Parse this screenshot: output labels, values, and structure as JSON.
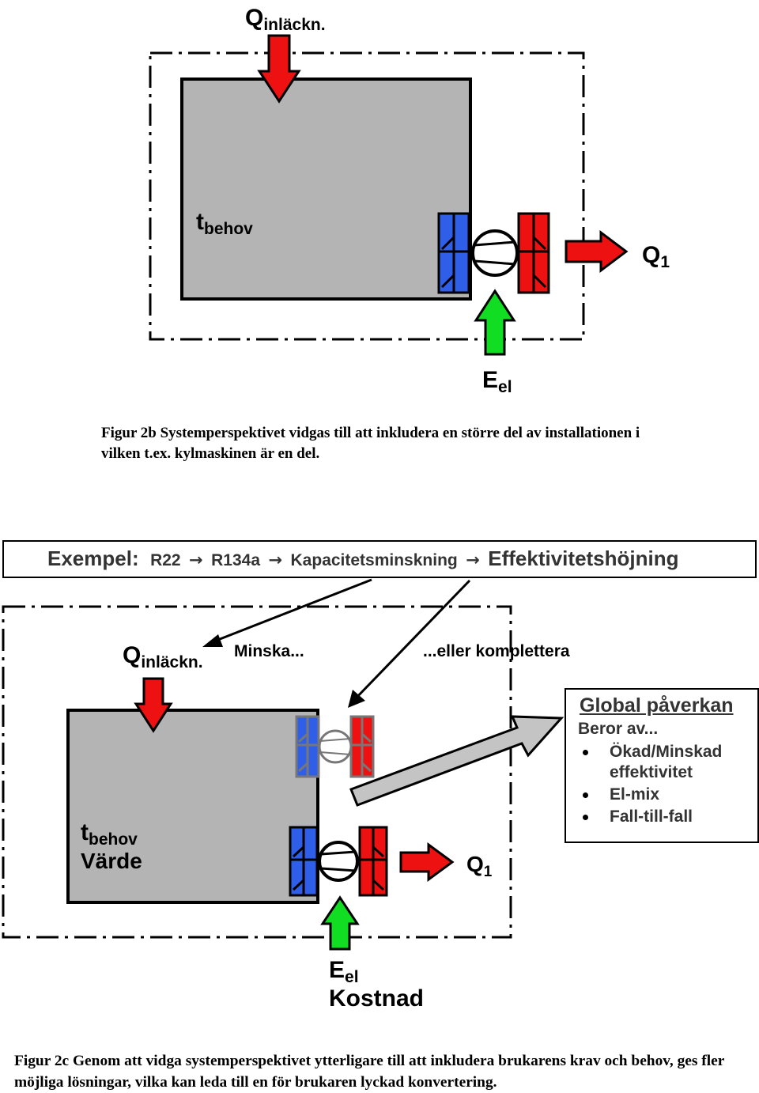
{
  "diagram_top": {
    "q_inlackn": {
      "main": "Q",
      "sub": "inläckn."
    },
    "t_behov": {
      "main": "t",
      "sub": "behov"
    },
    "q1": {
      "main": "Q",
      "sub": "1"
    },
    "e_el": {
      "main": "E",
      "sub": "el"
    }
  },
  "caption_2b": "Figur 2b Systemperspektivet vidgas till att inkludera en större del av installationen i vilken t.ex. kylmaskinen är en del.",
  "example": {
    "label": "Exempel:",
    "r22": "R22",
    "r134a": "R134a",
    "kapacitet": "Kapacitetsminskning",
    "effektivitet": "Effektivitetshöjning",
    "arrow": "→"
  },
  "diagram_bottom": {
    "q_inlackn": {
      "main": "Q",
      "sub": "inläckn."
    },
    "minska": "Minska...",
    "eller": "...eller komplettera",
    "t_behov": {
      "main": "t",
      "sub": "behov"
    },
    "varde": "Värde",
    "q1": {
      "main": "Q",
      "sub": "1"
    },
    "e_el": {
      "main": "E",
      "sub": "el"
    },
    "kostnad": "Kostnad"
  },
  "global_box": {
    "title": "Global påverkan",
    "subtitle": "Beror av...",
    "items": [
      "Ökad/Minskad effektivitet",
      "El-mix",
      "Fall-till-fall"
    ]
  },
  "caption_2c": "Figur 2c Genom att vidga systemperspektivet ytterligare till att inkludera brukarens krav och behov, ges fler möjliga lösningar, vilka kan leda till en för brukaren lyckad konvertering.",
  "colors": {
    "room_gray": "#b4b4b4",
    "heat_red": "#ee1111",
    "cold_blue": "#2f5fe8",
    "energy_green": "#11dd22",
    "impact_gray": "#c4c4c4"
  }
}
